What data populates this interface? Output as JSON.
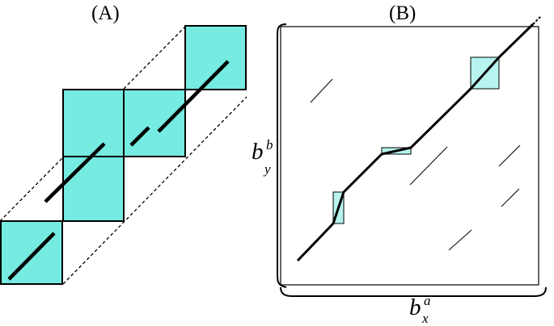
{
  "panels": {
    "a_label": "(A)",
    "b_label": "(B)"
  },
  "axes": {
    "y_main": "b",
    "y_sub": "y",
    "y_sup": "b",
    "x_main": "b",
    "x_sub": "x",
    "x_sup": "a"
  },
  "colors": {
    "cell_fill": "#75ebe1",
    "box_fill": "#b7f3ef",
    "stroke": "#000000",
    "background": "#ffffff"
  }
}
